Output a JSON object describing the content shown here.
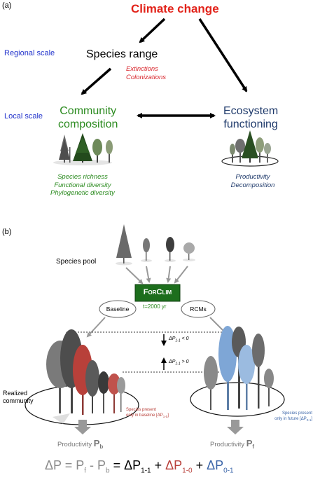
{
  "panel_a": {
    "label": "(a)",
    "climate_change": "Climate change",
    "regional_scale": "Regional scale",
    "local_scale": "Local scale",
    "species_range": "Species range",
    "extinctions": "Extinctions",
    "colonizations": "Colonizations",
    "community_line1": "Community",
    "community_line2": "composition",
    "ecosystem_line1": "Ecosystem",
    "ecosystem_line2": "functioning",
    "community_metrics": [
      "Species richness",
      "Functional diversity",
      "Phylogenetic diversity"
    ],
    "ecosystem_metrics": [
      "Productivity",
      "Decomposition"
    ]
  },
  "panel_b": {
    "label": "(b)",
    "species_pool": "Species pool",
    "model_name": "ForClim",
    "time": "t=2000 yr",
    "baseline": "Baseline",
    "rcms": "RCMs",
    "delta_neg": "ΔP",
    "delta_neg_sub": "1-1",
    "delta_neg_rel": " < 0",
    "delta_pos": "ΔP",
    "delta_pos_sub": "1-1",
    "delta_pos_rel": " > 0",
    "realized_line1": "Realized",
    "realized_line2": "community",
    "baseline_note_line1": "Species present",
    "baseline_note_line2": "only in baseline [ΔP",
    "baseline_note_sub": "1-0",
    "future_note_line1": "Species present",
    "future_note_line2": "only in future [ΔP",
    "future_note_sub": "0-1",
    "productivity": "Productivity",
    "p_b": "P",
    "p_b_sub": "b",
    "p_f": "P",
    "p_f_sub": "f"
  },
  "equation": {
    "lhs": "ΔP = P",
    "f_sub": "f",
    "minus": " - P",
    "b_sub": "b",
    "eq": " = ",
    "t1": "ΔP",
    "t1_sub": "1-1",
    "plus1": " + ",
    "t2": "ΔP",
    "t2_sub": "1-0",
    "plus2": " + ",
    "t3": "ΔP",
    "t3_sub": "0-1"
  },
  "colors": {
    "red": "#e2231a",
    "green": "#2a8a1e",
    "navy": "#1f3a6b",
    "forclim_box": "#1d6e1d",
    "baseline_red": "#b8403a",
    "future_blue": "#7ea6d6",
    "equation_gray": "#888888"
  }
}
